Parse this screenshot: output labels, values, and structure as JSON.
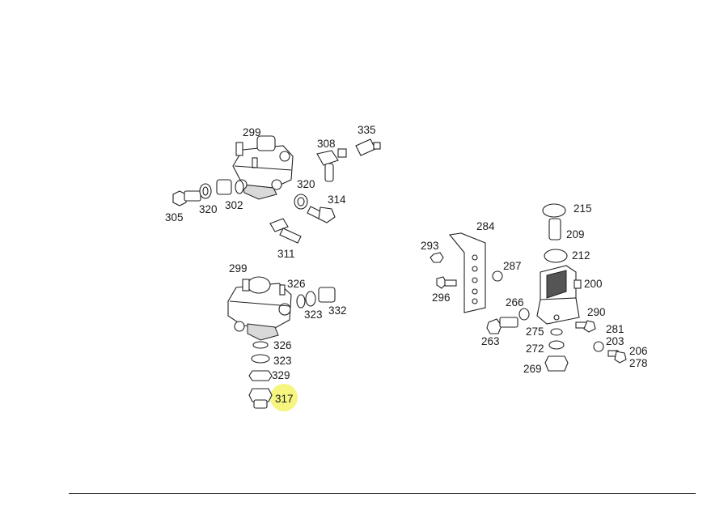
{
  "diagram": {
    "labels": [
      "299",
      "308",
      "335",
      "320",
      "314",
      "305",
      "320",
      "302",
      "311",
      "299",
      "326",
      "323",
      "332",
      "326",
      "323",
      "329",
      "317",
      "284",
      "293",
      "296",
      "287",
      "215",
      "209",
      "212",
      "200",
      "266",
      "290",
      "263",
      "275",
      "272",
      "281",
      "203",
      "206",
      "278",
      "269"
    ],
    "highlighted": "317",
    "highlight_color": "#f3f36a"
  }
}
